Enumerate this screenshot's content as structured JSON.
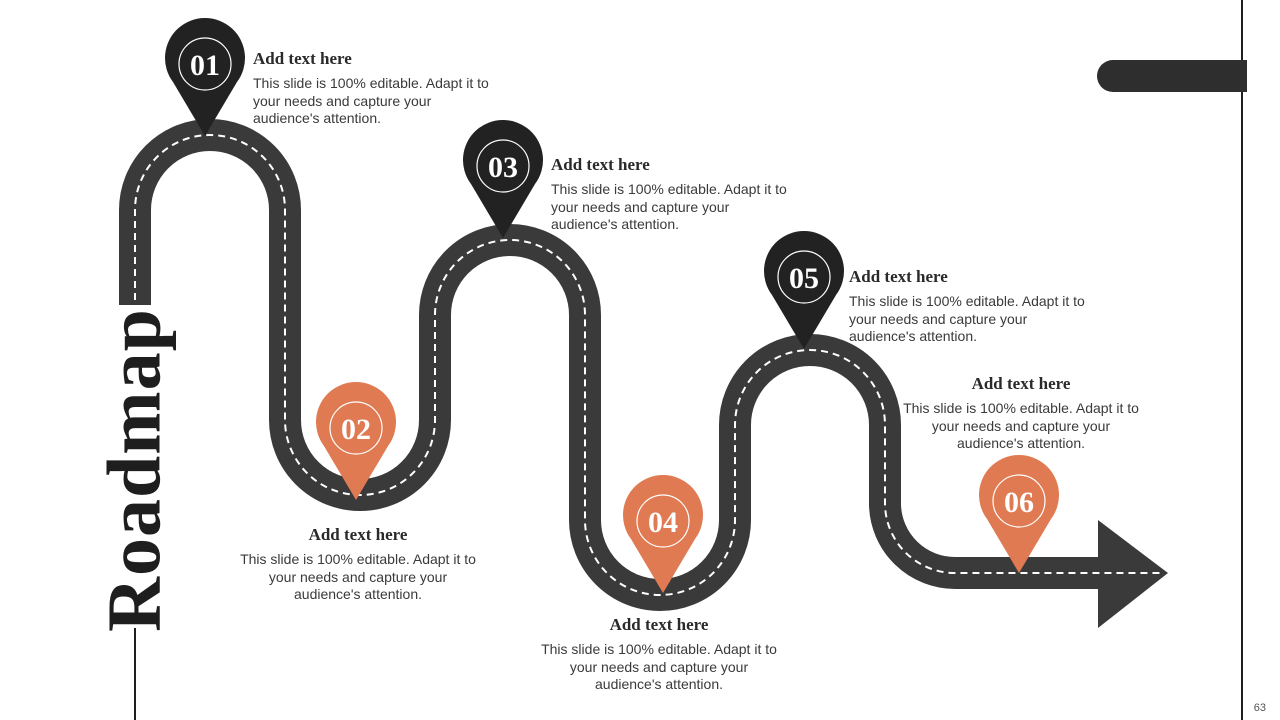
{
  "title": "Roadmap",
  "page_number": "63",
  "colors": {
    "road": "#3a3a3a",
    "pin_dark": "#222222",
    "pin_orange": "#e07a52",
    "dash": "#ffffff"
  },
  "milestones": [
    {
      "number": "01",
      "heading": "Add text here",
      "body": "This slide is 100% editable. Adapt it to your needs and capture your audience's attention.",
      "color": "dark"
    },
    {
      "number": "02",
      "heading": "Add text here",
      "body": "This slide is 100% editable. Adapt it to your needs and capture your audience's attention.",
      "color": "orange"
    },
    {
      "number": "03",
      "heading": "Add text here",
      "body": "This slide is 100% editable. Adapt it to your needs and capture your audience's attention.",
      "color": "dark"
    },
    {
      "number": "04",
      "heading": "Add text here",
      "body": "This slide is 100% editable. Adapt it to your needs and capture your audience's attention.",
      "color": "orange"
    },
    {
      "number": "05",
      "heading": "Add text here",
      "body": "This slide is 100% editable. Adapt it to your needs and capture your audience's attention.",
      "color": "dark"
    },
    {
      "number": "06",
      "heading": "Add text here",
      "body": "This slide is 100% editable. Adapt it to your needs and capture your audience's attention.",
      "color": "orange"
    }
  ]
}
